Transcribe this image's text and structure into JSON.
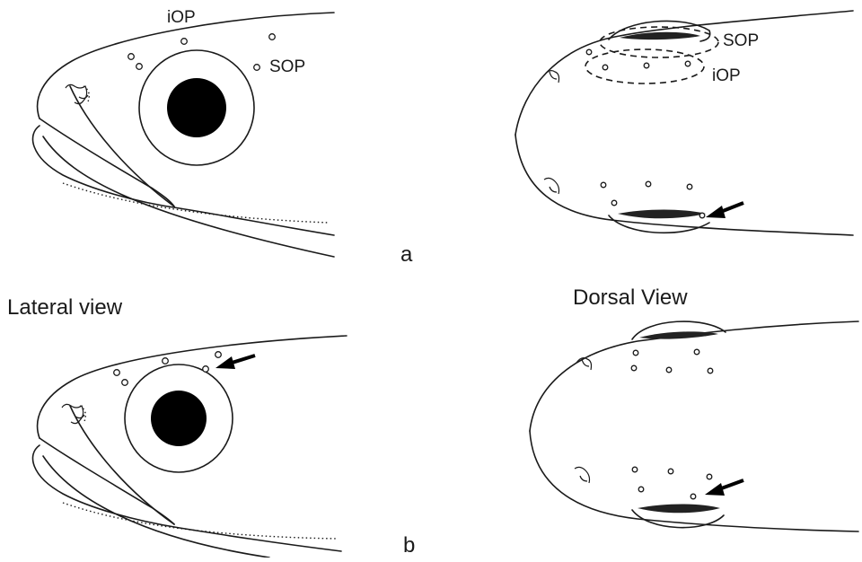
{
  "labels": {
    "iop": "iOP",
    "sop": "SOP",
    "panel_a": "a",
    "panel_b": "b",
    "lateral_view": "Lateral view",
    "dorsal_view": "Dorsal View"
  },
  "colors": {
    "ink": "#1a1a1a",
    "background": "#ffffff"
  }
}
